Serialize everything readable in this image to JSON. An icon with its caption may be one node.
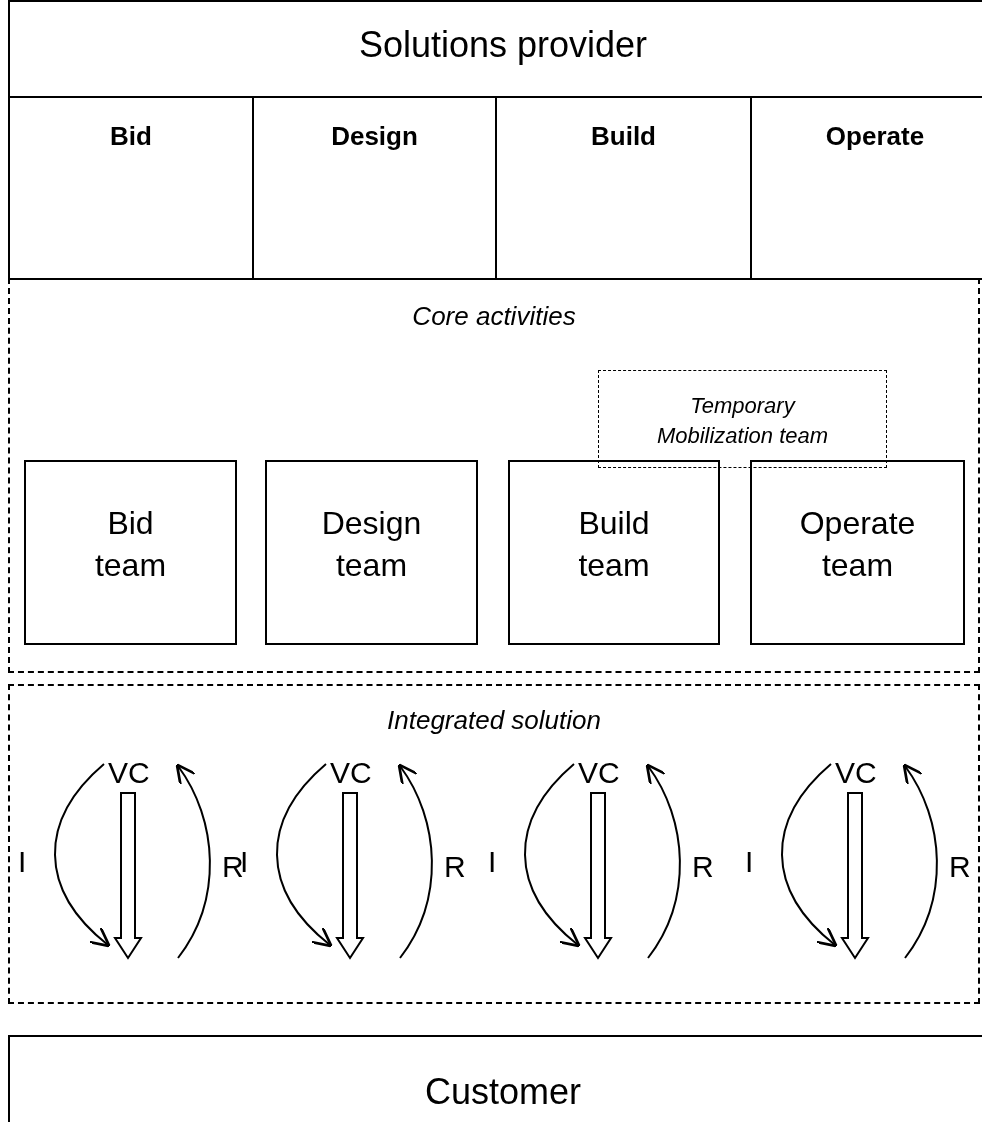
{
  "diagram": {
    "nodes": [
      {
        "text": [
          "Solutions provider"
        ]
      },
      {
        "text": [
          "Bid"
        ]
      },
      {
        "text": [
          "Design"
        ]
      },
      {
        "text": [
          "Build"
        ]
      },
      {
        "text": [
          "Operate"
        ]
      },
      {
        "text": [
          "Core activities"
        ]
      },
      {
        "text": [
          "Temporary Mobilization team"
        ],
        "in": 5
      },
      {
        "text": [
          "Bid team"
        ],
        "in": 5
      },
      {
        "text": [
          "Design team"
        ],
        "in": 5
      },
      {
        "text": [
          "Build team"
        ],
        "in": 5
      },
      {
        "text": [
          "Operate team"
        ],
        "in": 5
      },
      {
        "text": [
          "Integrated solution"
        ]
      },
      {
        "text": [
          "Customer"
        ]
      }
    ],
    "edges": [],
    "labels": [
      "VC",
      "I",
      "R",
      "VC",
      "I",
      "R",
      "VC",
      "I",
      "R",
      "VC",
      "I",
      "R"
    ]
  }
}
